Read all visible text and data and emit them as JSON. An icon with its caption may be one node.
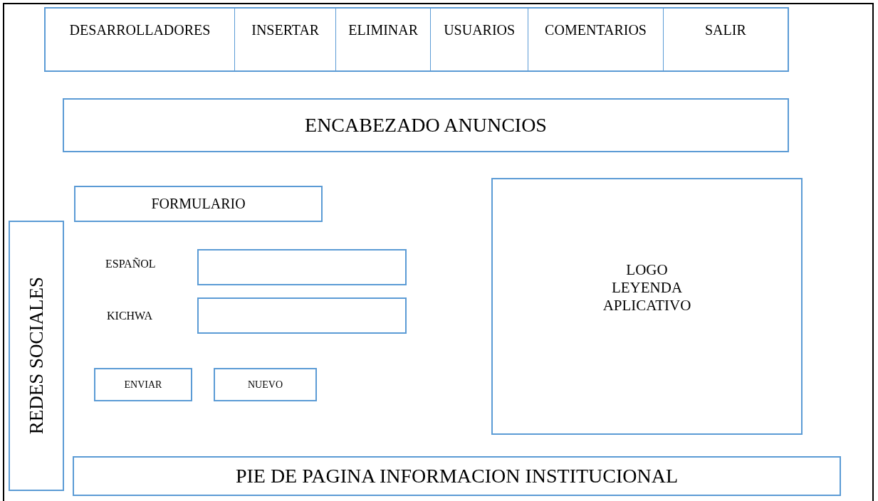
{
  "diagram": {
    "nodes": [
      {
        "text": [
          "DESARROLLADORES",
          "INSERTAR",
          "ELIMINAR",
          "USUARIOS",
          "COMENTARIOS",
          "SALIR"
        ]
      },
      {
        "text": [
          "ENCABEZADO ANUNCIOS"
        ]
      },
      {
        "text": [
          "FORMULARIO"
        ]
      },
      {
        "text": [
          "REDES SOCIALES"
        ]
      },
      {
        "text": [],
        "shape": "box",
        "beside": [
          "ESPAÑOL"
        ]
      },
      {
        "text": [],
        "shape": "box",
        "beside": [
          "KICHWA"
        ]
      },
      {
        "text": [
          "ENVIAR"
        ]
      },
      {
        "text": [
          "NUEVO"
        ]
      },
      {
        "text": [
          "LOGO",
          "LEYENDA",
          "APLICATIVO"
        ]
      },
      {
        "text": [
          "PIE DE PAGINA INFORMACION INSTITUCIONAL"
        ]
      }
    ],
    "edges": []
  }
}
